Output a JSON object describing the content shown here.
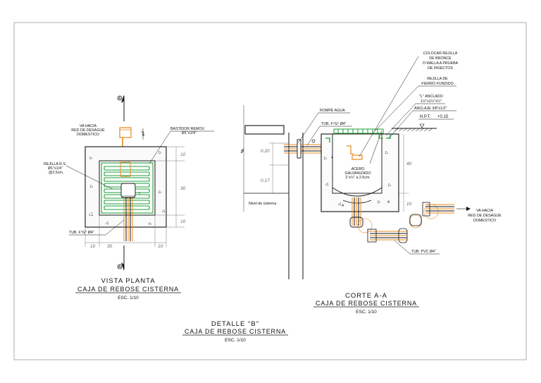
{
  "plan": {
    "va_hacia": [
      "VA HACIA",
      "RED DE DESAGUE",
      "DOMESTICO"
    ],
    "bastidor": [
      "BASTIDOR REMOV.",
      "Ø1\"x1/4\""
    ],
    "rejilla": [
      "REJILLA R.S.",
      "Ø1\"x1/4\"",
      "@2.5cm."
    ],
    "tub_fg": "TUB. F°G° Ø4\"",
    "pipe_dim": "ø4\"",
    "dims": {
      "d10a": "10",
      "d30": "30",
      "d10b": "10",
      "b10a": "10",
      "b30": "30",
      "b10b": "10"
    },
    "section_marks": {
      "top": "A",
      "bottom": "A"
    },
    "title": "VISTA PLANTA",
    "subtitle": "CAJA DE REBOSE CISTERNA",
    "scale": "ESC. 1/10"
  },
  "section": {
    "notes": {
      "colocar": [
        "COLOCAR REJILLA",
        "DE BRONCE",
        "O MALLA A PRUEBA",
        "DE INSECTOS"
      ],
      "rejilla_ff": [
        "REJILLA DE",
        "FIERRO FUNDIDO"
      ],
      "anclado": [
        "\"L\" ANCLADO",
        "1½\"x1½\"x¼\""
      ],
      "anclaje": "ANCLAJE 3/8\"x1/2\"",
      "npt_label": "N.P.T.",
      "npt_value": "+0.15",
      "rompe_agua": "ROMPE AGUA",
      "tub_fg": "TUB. F°G° Ø4\"",
      "acero": [
        "ACERO",
        "GALVANIZADO",
        "1\"x¼\" a 2.5cm."
      ],
      "nivel": "Nivel de cisterna",
      "va_hacia": [
        "VA HACIA",
        "RED DE DESAGUE",
        "DOMESTICO"
      ],
      "tub_pvc": "TUB. PVC Ø4\""
    },
    "dims": {
      "d020": "0.20",
      "d017": "0.17",
      "d40": "40",
      "d10": "10"
    },
    "title": "CORTE A-A",
    "subtitle": "CAJA DE REBOSE CISTERNA",
    "scale": "ESC. 1/10"
  },
  "detail": {
    "title": "DETALLE \"B\"",
    "subtitle": "CAJA DE REBOSE CISTERNA",
    "scale": "ESC. 1/10"
  },
  "colors": {
    "grate": "#1f9e3a",
    "frame": "#e8891c",
    "line": "#111111",
    "dim": "#777777"
  }
}
